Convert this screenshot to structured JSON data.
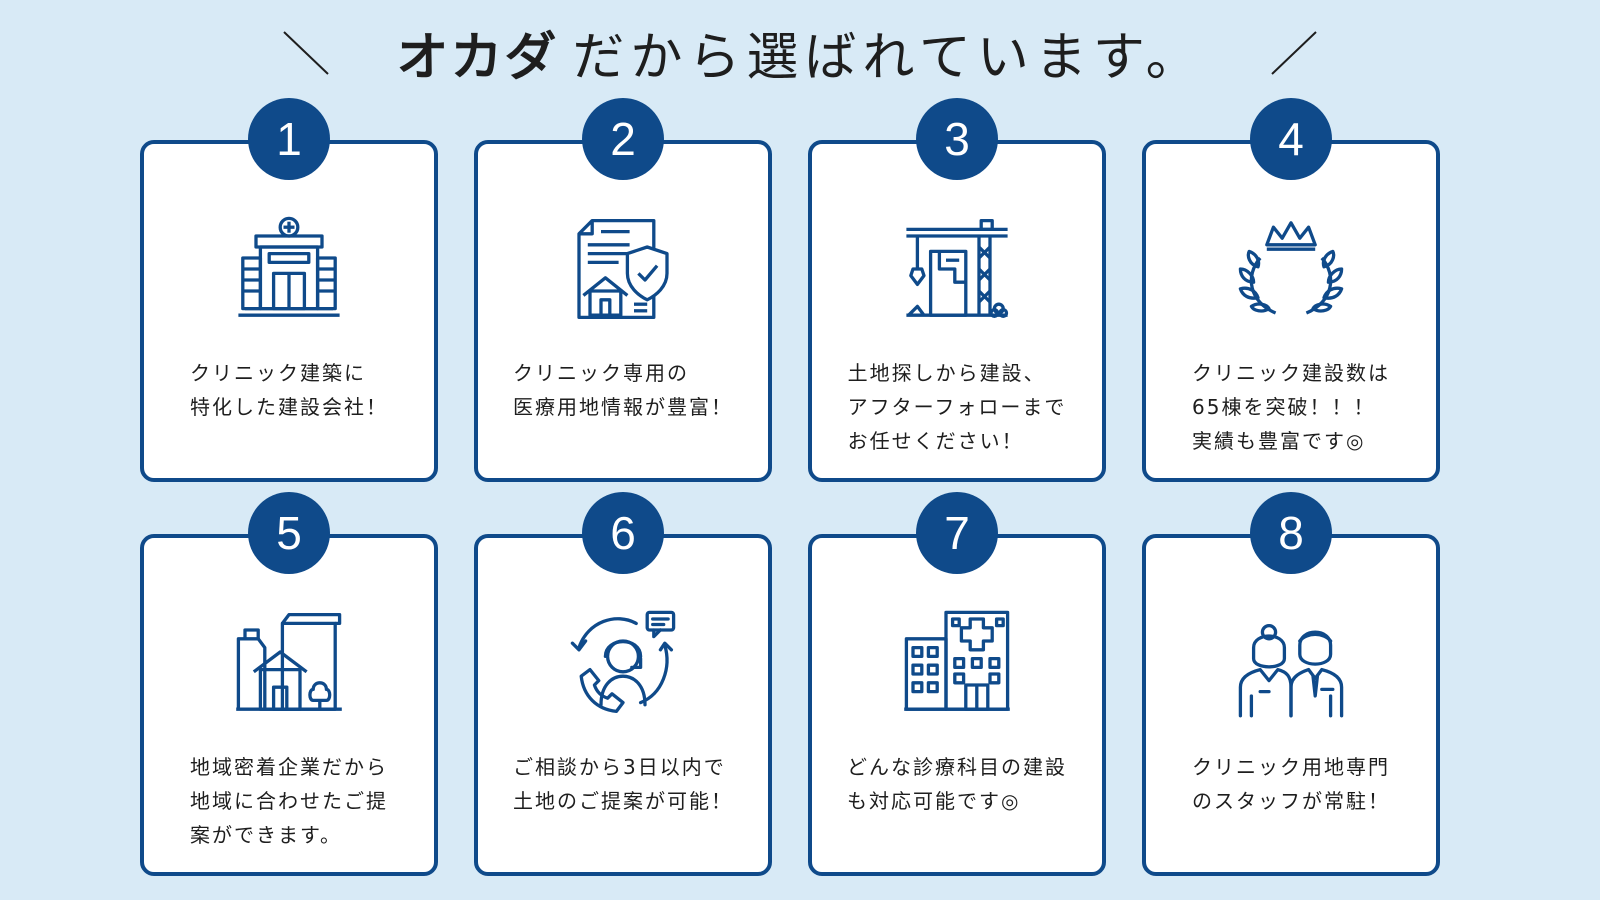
{
  "heading": {
    "brand": "オカダ",
    "rest": "だから選ばれています。"
  },
  "colors": {
    "accent": "#0f4a8a",
    "background": "#d8eaf6",
    "card": "#ffffff"
  },
  "cards": [
    {
      "number": "1",
      "icon": "hospital-building-icon",
      "lines": [
        "クリニック建築に",
        "特化した建設会社！"
      ]
    },
    {
      "number": "2",
      "icon": "document-shield-house-icon",
      "lines": [
        "クリニック専用の",
        "医療用地情報が豊富！"
      ]
    },
    {
      "number": "3",
      "icon": "construction-crane-icon",
      "lines": [
        "土地探しから建設、",
        "アフターフォローまで",
        "お任せください！"
      ]
    },
    {
      "number": "4",
      "icon": "laurel-crown-icon",
      "lines": [
        "クリニック建設数は",
        "65棟を突破！！！",
        "実績も豊富です◎"
      ]
    },
    {
      "number": "5",
      "icon": "local-house-buildings-icon",
      "lines": [
        "地域密着企業だから",
        "地域に合わせたご提",
        "案ができます。"
      ]
    },
    {
      "number": "6",
      "icon": "support-operator-icon",
      "lines": [
        "ご相談から3日以内で",
        "土地のご提案が可能！"
      ]
    },
    {
      "number": "7",
      "icon": "medical-building-icon",
      "lines": [
        "どんな診療科目の建設",
        "も対応可能です◎"
      ]
    },
    {
      "number": "8",
      "icon": "staff-couple-icon",
      "lines": [
        "クリニック用地専門",
        "のスタッフが常駐！"
      ]
    }
  ]
}
